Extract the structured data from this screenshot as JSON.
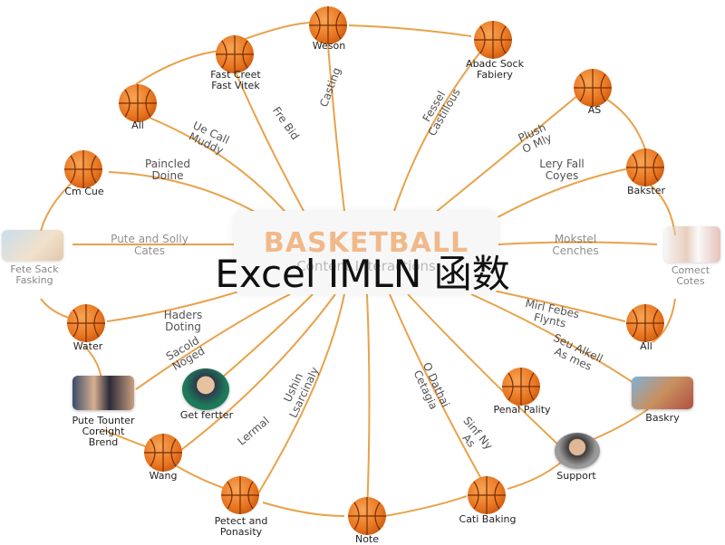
{
  "colors": {
    "ball_orange": "#f08a2c",
    "ball_dark": "#d9681a",
    "line_orange": "#e8a24a",
    "brand_peach": "#f1b98a"
  },
  "center": {
    "brand": "BASKETBALL",
    "subtitle": "Content Interactions"
  },
  "overlay_title": "Excel IMLN 函数",
  "nodes": [
    {
      "id": "n-top",
      "label": "Weson",
      "icon": "basketball-icon"
    },
    {
      "id": "n-fast",
      "label": "Fast Creet\nFast Vitek",
      "icon": "basketball-icon"
    },
    {
      "id": "n-all-left",
      "label": "All",
      "icon": "basketball-icon"
    },
    {
      "id": "n-cm",
      "label": "Cm Cue",
      "icon": "basketball-icon"
    },
    {
      "id": "n-photo-left",
      "label": "Fete Sack\nFasking",
      "icon": "photo-icon"
    },
    {
      "id": "n-water",
      "label": "Water",
      "icon": "basketball-icon"
    },
    {
      "id": "n-photo-group",
      "label": "Pute Tounter\nCoreight\nBrend",
      "icon": "photo-icon"
    },
    {
      "id": "n-getter",
      "label": "Get fertter",
      "icon": "portrait-icon"
    },
    {
      "id": "n-wang",
      "label": "Wang",
      "icon": "basketball-icon"
    },
    {
      "id": "n-pet",
      "label": "Petect and\nPonasity",
      "icon": "basketball-icon"
    },
    {
      "id": "n-bottom",
      "label": "Note",
      "icon": "basketball-icon"
    },
    {
      "id": "n-cati",
      "label": "Cati Baking",
      "icon": "basketball-icon"
    },
    {
      "id": "n-support",
      "label": "Support",
      "icon": "portrait-icon"
    },
    {
      "id": "n-bakery",
      "label": "Baskry",
      "icon": "photo-icon"
    },
    {
      "id": "n-penal",
      "label": "Penal Pality",
      "icon": "basketball-icon"
    },
    {
      "id": "n-all-right",
      "label": "All",
      "icon": "basketball-icon"
    },
    {
      "id": "n-contact",
      "label": "Comect\nCotes",
      "icon": "photo-icon"
    },
    {
      "id": "n-bakster",
      "label": "Bakster",
      "icon": "basketball-icon"
    },
    {
      "id": "n-as",
      "label": "AS",
      "icon": "basketball-icon"
    },
    {
      "id": "n-abadc",
      "label": "Abadc Sock\nFabiery",
      "icon": "basketball-icon"
    }
  ],
  "branches": [
    {
      "id": "b-casting",
      "label": "Casting"
    },
    {
      "id": "b-fre",
      "label": "Fre Bid"
    },
    {
      "id": "b-uecall",
      "label": "Ue Call\nMuddy"
    },
    {
      "id": "b-paincled",
      "label": "Paincled\nDoine"
    },
    {
      "id": "b-pute",
      "label": "Pute and Solly\nCates"
    },
    {
      "id": "b-haders",
      "label": "Haders\nDoting"
    },
    {
      "id": "b-sacold",
      "label": "Sacold\nNoged"
    },
    {
      "id": "b-lermal",
      "label": "Lermal"
    },
    {
      "id": "b-ushin",
      "label": "Ushin\nLsarcinaly"
    },
    {
      "id": "b-dathai",
      "label": "O Dathai\nCetagia"
    },
    {
      "id": "b-sinf",
      "label": "Sinf Ny\nAs"
    },
    {
      "id": "b-mirl",
      "label": "Mirl Febes\nFlynts"
    },
    {
      "id": "b-seu",
      "label": "Seu Alkell\nAs mes"
    },
    {
      "id": "b-mokstel",
      "label": "Mokstel\nCenches"
    },
    {
      "id": "b-lery",
      "label": "Lery Fall\nCoyes"
    },
    {
      "id": "b-plush",
      "label": "Plush\nO Mly"
    },
    {
      "id": "b-fessel",
      "label": "Fessel\nCastillous"
    }
  ]
}
